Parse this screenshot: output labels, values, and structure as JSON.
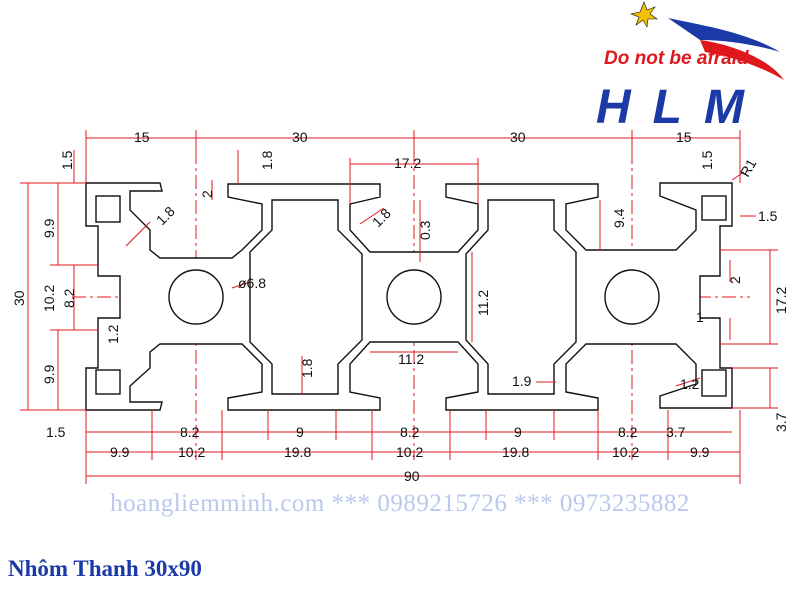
{
  "logo": {
    "tagline": "Do not be afraid",
    "brand": "HLM",
    "star_icon": "star-burst-icon",
    "swoosh_icon": "swoosh-icon",
    "colors": {
      "brand": "#1b3aa8",
      "accent": "#e0181e"
    }
  },
  "dimensions": {
    "top": [
      "15",
      "30",
      "30",
      "15"
    ],
    "upper": [
      "1.5",
      "1.8",
      "2",
      "17.2",
      "1.8",
      "1.8",
      "0.3",
      "9.4",
      "1.5",
      "R1"
    ],
    "left": [
      "9.9",
      "30",
      "10.2",
      "8.2",
      "1.2",
      "9.9",
      "1.5"
    ],
    "center": [
      "ø6.8",
      "11.2",
      "11.2",
      "1.8"
    ],
    "right": [
      "1.5",
      "2",
      "17.2",
      "1",
      "1.2",
      "1.9",
      "3.7"
    ],
    "bottom_row1": [
      "8.2",
      "9",
      "8.2",
      "9",
      "8.2",
      "3.7"
    ],
    "bottom_row2": [
      "9.9",
      "10.2",
      "19.8",
      "10.2",
      "19.8",
      "10.2",
      "9.9"
    ],
    "total": "90"
  },
  "watermark": "hoangliemminh.com *** 0989215726 *** 0973235882",
  "caption": "Nhôm Thanh 30x90",
  "colors": {
    "dimension": "#e0181e",
    "outline": "#111111",
    "caption": "#1b3aa8",
    "watermark": "#b9c8ee"
  }
}
